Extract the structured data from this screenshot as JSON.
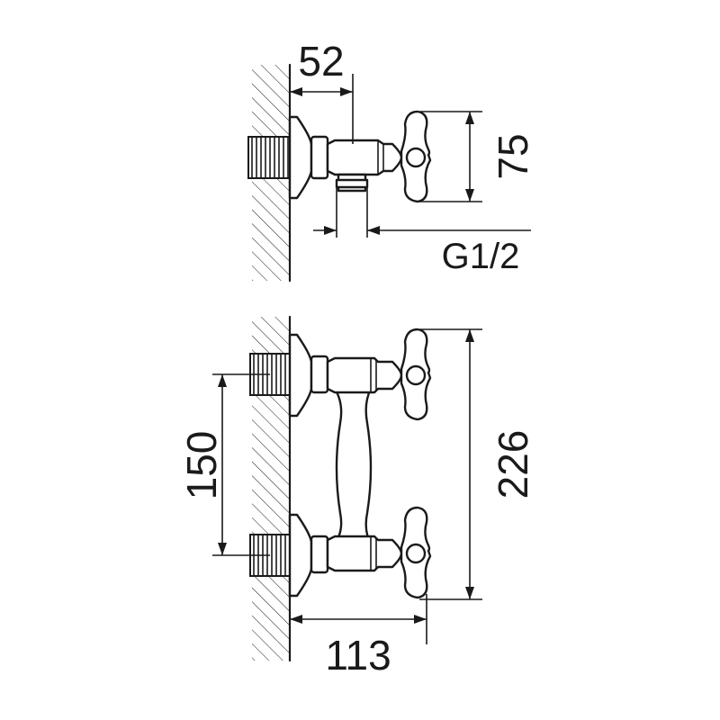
{
  "dimensions": {
    "top_offset": "52",
    "top_height": "75",
    "thread": "G1/2",
    "pipe_spacing": "150",
    "total_height": "226",
    "depth": "113"
  },
  "colors": {
    "line": "#1a1a1a",
    "background": "#ffffff"
  }
}
